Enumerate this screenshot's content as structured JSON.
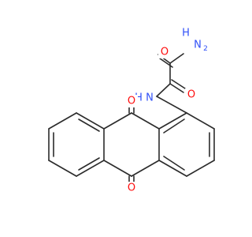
{
  "colors": {
    "bond": "#2b2b2b",
    "oxygen": "#ff0d0d",
    "nitrogen": "#3050f8",
    "background": "#ffffff"
  },
  "molecule": {
    "atoms": [
      {
        "id": "N_amide_top",
        "element": "N",
        "label": "NH2",
        "label_main": "N",
        "label_H": "H",
        "label_sub": "2"
      },
      {
        "id": "O_top",
        "element": "O",
        "label": "O"
      },
      {
        "id": "O_mid",
        "element": "O",
        "label": "O"
      },
      {
        "id": "N_mid",
        "element": "N",
        "label": "NH",
        "label_main": "N",
        "label_H": "H"
      },
      {
        "id": "O_ring_top",
        "element": "O",
        "label": "O"
      },
      {
        "id": "O_ring_bottom",
        "element": "O",
        "label": "O"
      }
    ]
  }
}
